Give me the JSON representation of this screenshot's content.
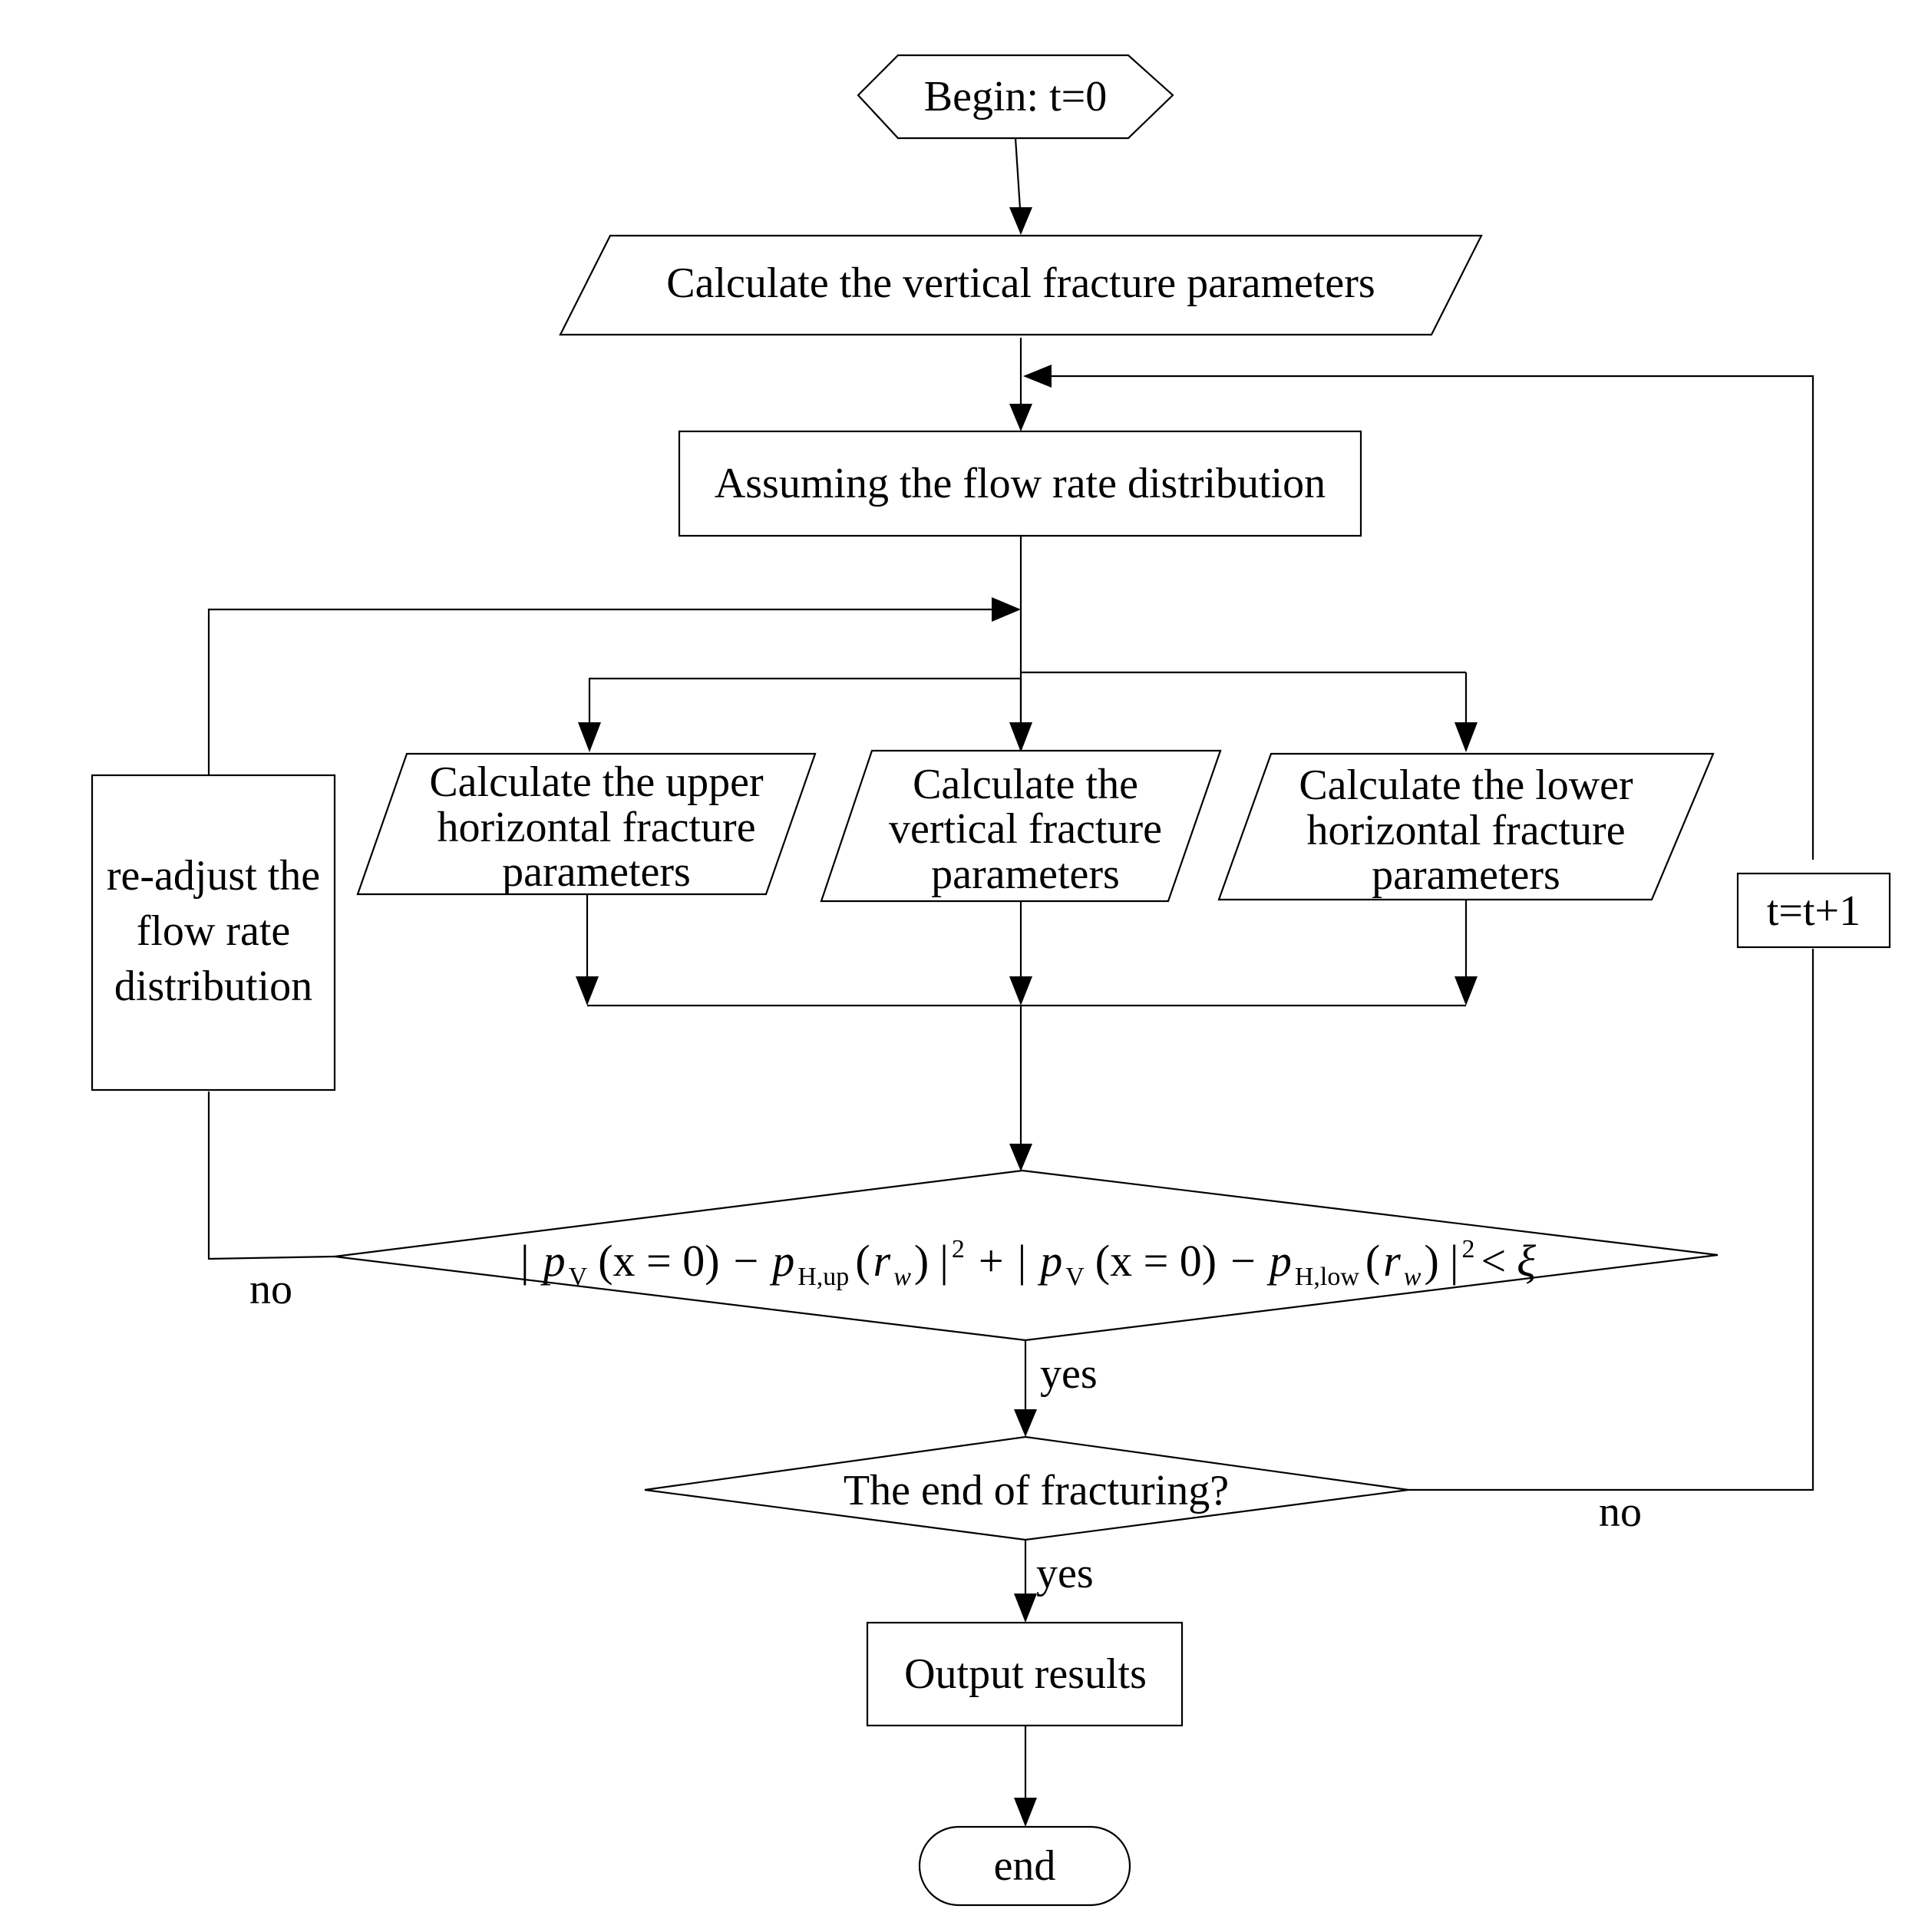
{
  "nodes": {
    "begin": "Begin: t=0",
    "calc_vertical_top": "Calculate the vertical fracture parameters",
    "assume_flow": "Assuming the flow rate distribution",
    "calc_upper": [
      "Calculate the upper",
      "horizontal fracture",
      "parameters"
    ],
    "calc_vertical": [
      "Calculate the",
      "vertical fracture",
      "parameters"
    ],
    "calc_lower": [
      "Calculate the lower",
      "horizontal fracture",
      "parameters"
    ],
    "readjust": [
      "re-adjust the",
      "flow rate",
      "distribution"
    ],
    "increment": "t=t+1",
    "end_question": "The end of fracturing?",
    "output": "Output results",
    "end": "end"
  },
  "condition": {
    "bar": "|",
    "p": "p",
    "sub_v": "V",
    "x_expr": "(x = 0)",
    "minus": "−",
    "sub_hup": "H,up",
    "sub_hlow": "H,low",
    "paren_open": "(",
    "paren_close": ")",
    "r": "r",
    "sub_w": "w",
    "bar_sq": "|",
    "sup_2": "2",
    "plus": "+",
    "lt": "<",
    "xi": "ξ"
  },
  "edge_labels": {
    "cond_no": "no",
    "cond_yes": "yes",
    "end_no": "no",
    "end_yes": "yes"
  }
}
